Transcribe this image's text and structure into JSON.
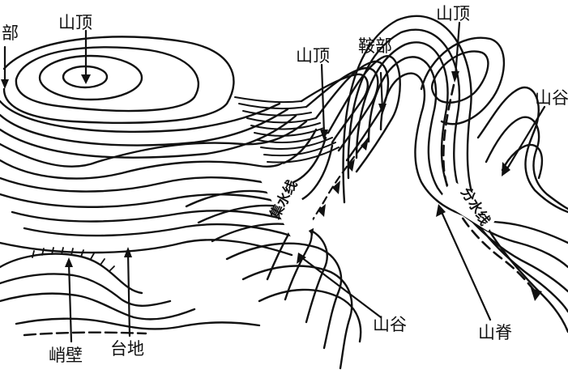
{
  "labels": {
    "saddle_left": "部",
    "peak_left": "山顶",
    "peak_middle": "山顶",
    "saddle_middle": "鞍部",
    "peak_right": "山顶",
    "valley_right": "山谷",
    "valley_line": "集水线",
    "ridge_line": "分水线",
    "valley_bottom": "山谷",
    "ridge_bottom": "山脊",
    "cliff": "峭壁",
    "plateau": "台地"
  },
  "colors": {
    "ink": "#111111",
    "paper": "#ffffff"
  }
}
